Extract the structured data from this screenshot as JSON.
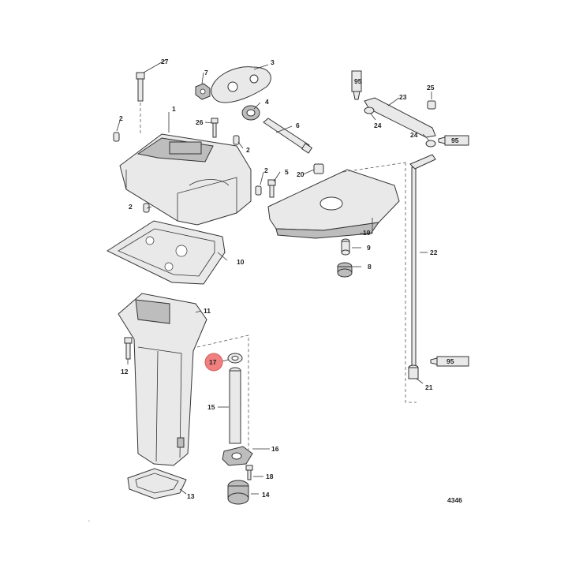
{
  "diagram": {
    "callouts": {
      "p1": "1",
      "p2a": "2",
      "p2b": "2",
      "p2c": "2",
      "p2d": "2",
      "p3": "3",
      "p4": "4",
      "p5": "5",
      "p6": "6",
      "p7": "7",
      "p8": "8",
      "p9": "9",
      "p10": "10",
      "p11": "11",
      "p12": "12",
      "p13": "13",
      "p14": "14",
      "p15": "15",
      "p16": "16",
      "p17": "17",
      "p18": "18",
      "p19": "19",
      "p20": "20",
      "p21": "21",
      "p22": "22",
      "p23": "23",
      "p24a": "24",
      "p24b": "24",
      "p25": "25",
      "p26": "26",
      "p27": "27"
    },
    "tube_labels": {
      "t1": "95",
      "t2": "95",
      "t3": "95"
    },
    "diagram_number": "4346",
    "highlight_color": "#f08080"
  }
}
